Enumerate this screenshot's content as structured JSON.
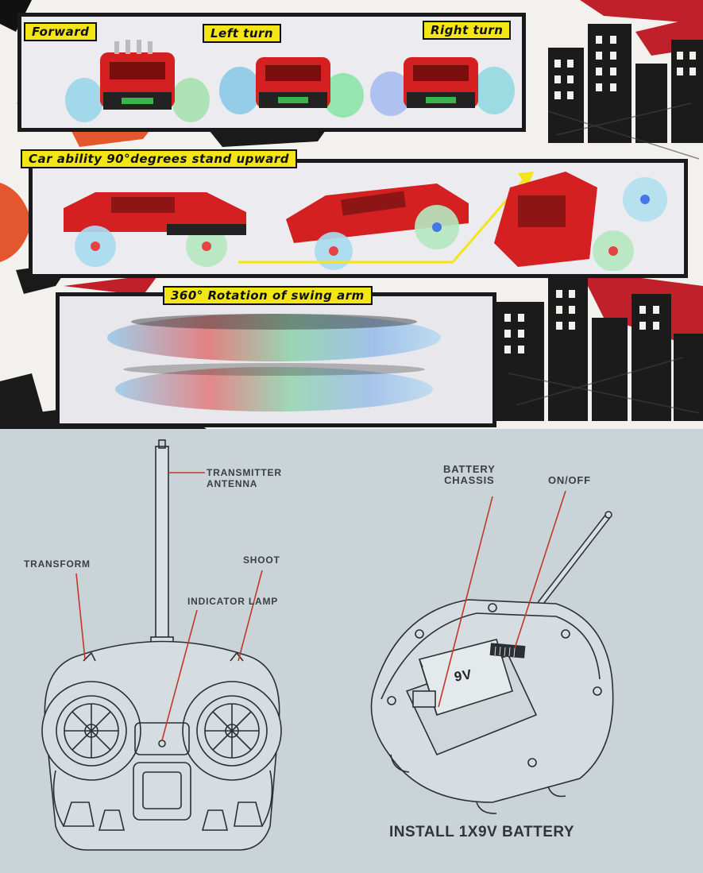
{
  "top": {
    "labels": {
      "forward": "Forward",
      "left_turn": "Left turn",
      "right_turn": "Right turn",
      "stand_upward": "Car ability 90°degrees stand upward",
      "rotation": "360° Rotation of swing arm"
    }
  },
  "bottom": {
    "callouts": {
      "antenna": "TRANSMITTER\nANTENNA",
      "transform": "TRANSFORM",
      "shoot": "SHOOT",
      "indicator": "INDICATOR LAMP",
      "battery_chassis": "BATTERY\nCHASSIS",
      "on_off": "ON/OFF",
      "battery_label": "9V"
    },
    "install_text": "INSTALL 1X9V BATTERY"
  },
  "colors": {
    "label_yellow": "#f4e514",
    "car_red": "#d42020",
    "callout_line": "#c0392b",
    "diagram_bg": "#c9d3d8"
  }
}
